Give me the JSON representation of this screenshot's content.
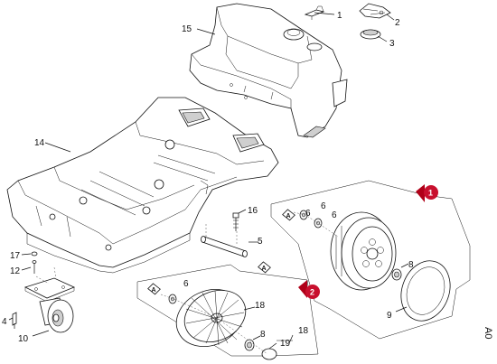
{
  "labels": {
    "p1": "1",
    "p2": "2",
    "p3": "3",
    "p4": "4",
    "p5": "5",
    "p6a": "6",
    "p6b": "6",
    "p6c": "6",
    "p8a": "8",
    "p8b": "8",
    "p9": "9",
    "p10": "10",
    "p12": "12",
    "p14": "14",
    "p15": "15",
    "p16": "16",
    "p17": "17",
    "p18a": "18",
    "p18b": "18",
    "p19": "19"
  },
  "assembly_marks": {
    "a": "A"
  },
  "variant_badges": {
    "v1": "1",
    "v2": "2"
  },
  "side_code": "A0"
}
